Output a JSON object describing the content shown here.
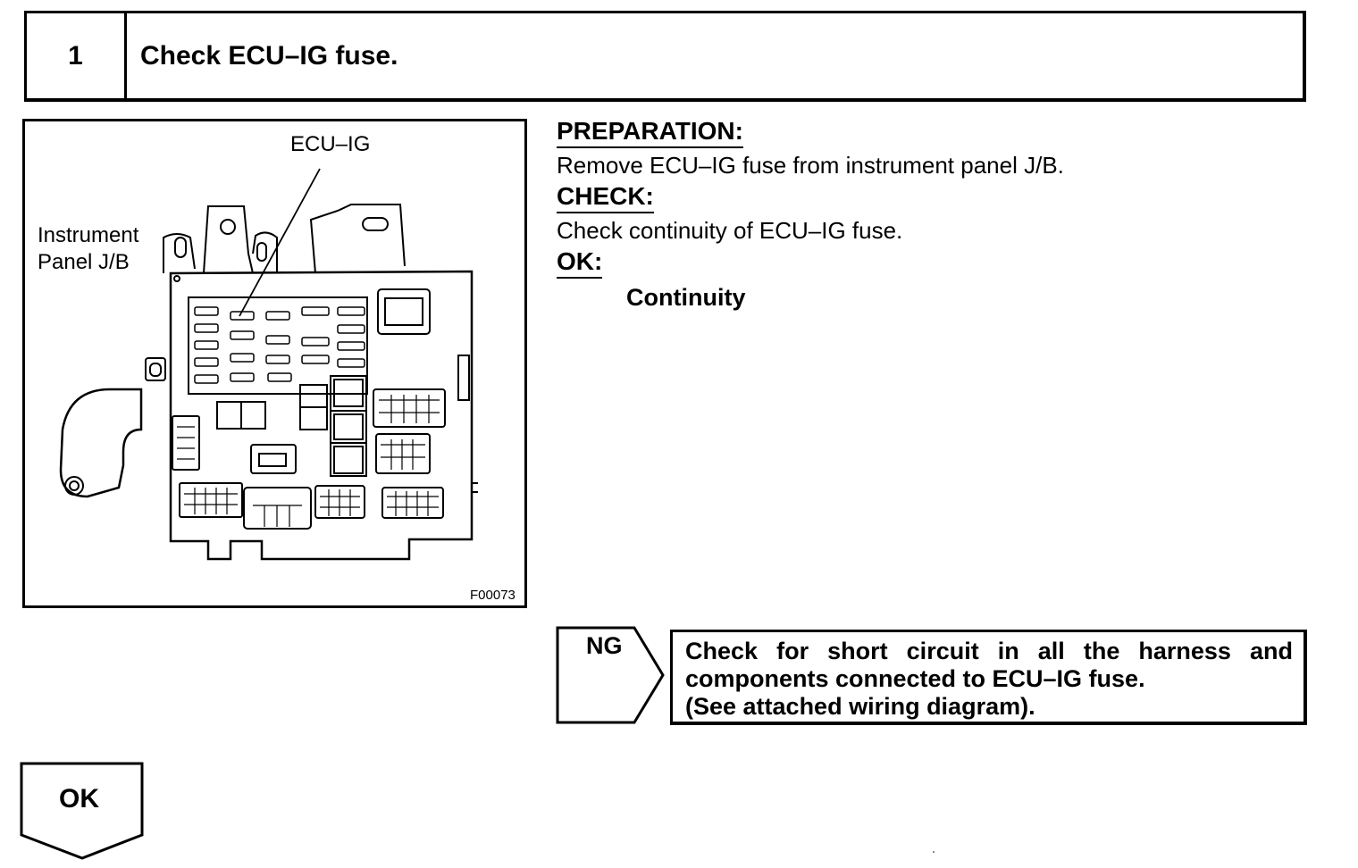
{
  "step": {
    "number": "1",
    "title": "Check ECU–IG fuse."
  },
  "figure": {
    "callout_label": "ECU–IG",
    "side_label_line1": "Instrument",
    "side_label_line2": "Panel J/B",
    "figure_code": "F00073"
  },
  "instructions": {
    "preparation_heading": "PREPARATION:",
    "preparation_text": "Remove ECU–IG fuse from instrument panel J/B.",
    "check_heading": "CHECK:",
    "check_text": "Check continuity of ECU–IG fuse.",
    "ok_heading": "OK:",
    "ok_result": "Continuity"
  },
  "ng_branch": {
    "tag": "NG",
    "line1": "Check for short circuit in all the harness and",
    "line2": "components connected to ECU–IG fuse.",
    "line3": "(See attached wiring diagram)."
  },
  "ok_branch": {
    "tag": "OK"
  }
}
